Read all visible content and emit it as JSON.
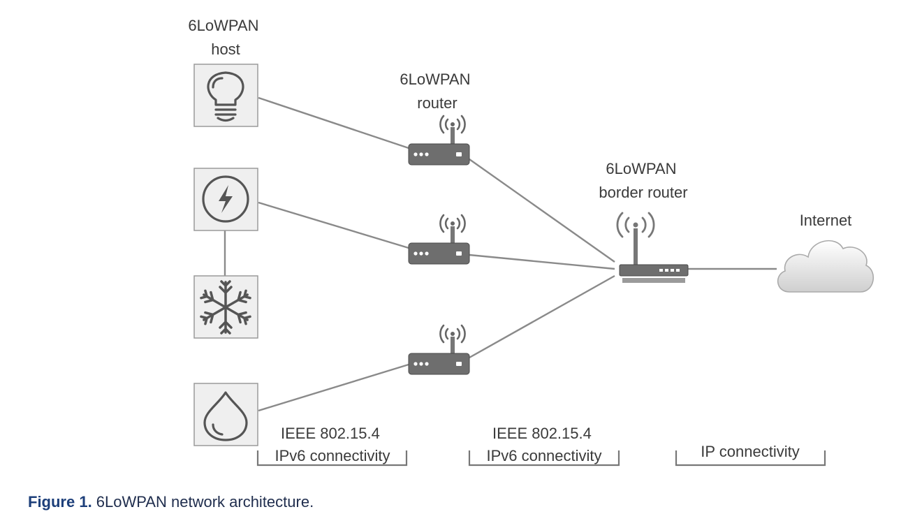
{
  "labels": {
    "host": [
      "6LoWPAN",
      "host"
    ],
    "router": [
      "6LoWPAN",
      "router"
    ],
    "border_router": [
      "6LoWPAN",
      "border router"
    ],
    "internet": "Internet"
  },
  "brackets": [
    [
      "IEEE 802.15.4",
      "IPv6 connectivity"
    ],
    [
      "IEEE 802.15.4",
      "IPv6 connectivity"
    ],
    [
      "IP connectivity"
    ]
  ],
  "nodes": {
    "hosts": [
      "lightbulb-icon",
      "lightning-icon",
      "snowflake-icon",
      "water-drop-icon"
    ],
    "routers": 3,
    "border_router": "border-router-icon",
    "cloud": "cloud-icon"
  },
  "caption": {
    "figure": "Figure 1.",
    "text": " 6LoWPAN network architecture."
  }
}
